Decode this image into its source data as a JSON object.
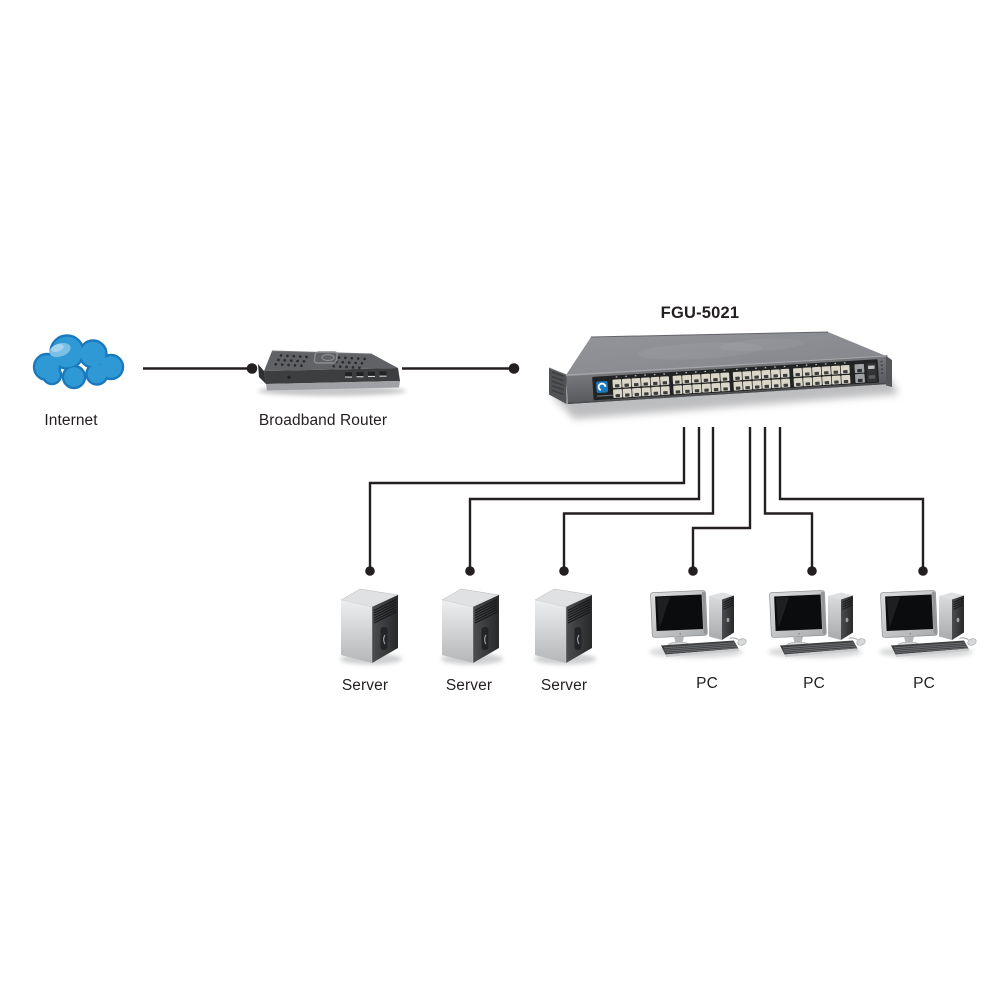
{
  "diagram": {
    "type": "network-topology",
    "nodes": {
      "internet": {
        "label": "Internet",
        "kind": "cloud"
      },
      "router": {
        "label": "Broadband Router",
        "kind": "broadband-router"
      },
      "switch": {
        "label": "FGU-5021",
        "kind": "rack-switch",
        "visible_ports": 48
      },
      "servers": [
        {
          "label": "Server"
        },
        {
          "label": "Server"
        },
        {
          "label": "Server"
        }
      ],
      "pcs": [
        {
          "label": "PC"
        },
        {
          "label": "PC"
        },
        {
          "label": "PC"
        }
      ]
    },
    "connections": [
      {
        "from": "internet",
        "to": "router"
      },
      {
        "from": "router",
        "to": "switch"
      },
      {
        "from": "switch",
        "to": "server-1"
      },
      {
        "from": "switch",
        "to": "server-2"
      },
      {
        "from": "switch",
        "to": "server-3"
      },
      {
        "from": "switch",
        "to": "pc-1"
      },
      {
        "from": "switch",
        "to": "pc-2"
      },
      {
        "from": "switch",
        "to": "pc-3"
      }
    ],
    "colors": {
      "line": "#231f20",
      "label_text": "#231f20",
      "cloud_fill": "#2f99d5",
      "cloud_outline": "#1a78bc",
      "cloud_highlight": "#85c6ea",
      "switch_top": "#8b8d90",
      "switch_front": "#66686b",
      "port_cream": "#dad6c8",
      "logo_blue": "#1c79bb",
      "background": "#ffffff"
    }
  }
}
